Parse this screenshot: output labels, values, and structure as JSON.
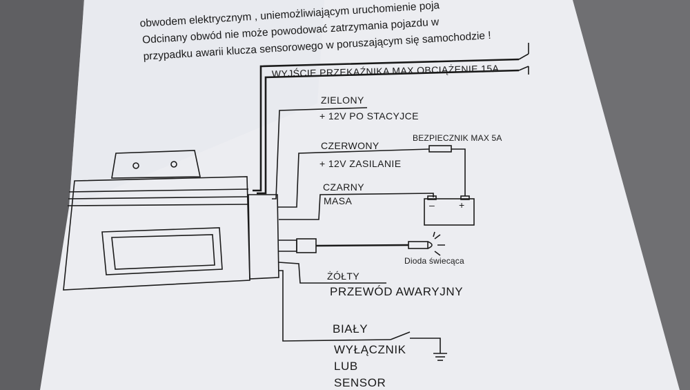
{
  "header_lines": [
    "obwodem elektrycznym , uniemożliwiającym uruchomienie poja",
    "Odcinany obwód nie może powodować zatrzymania pojazdu w",
    "przypadku awarii klucza sensorowego  w poruszającym się samochodzie !"
  ],
  "relay_output": "WYJŚCIE PRZEKAŹNIKA MAX OBCIĄŻENIE 15A",
  "green": {
    "color": "ZIELONY",
    "function": "+ 12V PO STACYJCE"
  },
  "red": {
    "color": "CZERWONY",
    "function": "+ 12V ZASILANIE"
  },
  "fuse": "BEZPIECZNIK MAX 5A",
  "black": {
    "color": "CZARNY",
    "function": "MASA"
  },
  "battery": {
    "minus": "–",
    "plus": "+"
  },
  "led": "Dioda świecąca",
  "yellow": {
    "color": "ŻÓŁTY",
    "function": "PRZEWÓD AWARYJNY"
  },
  "white": {
    "color": "BIAŁY",
    "function_lines": [
      "WYŁĄCZNIK",
      "LUB",
      "SENSOR"
    ]
  },
  "colors": {
    "paper": "#ecedf1",
    "ink": "#1a1a1a",
    "background": "#6f6f72"
  }
}
